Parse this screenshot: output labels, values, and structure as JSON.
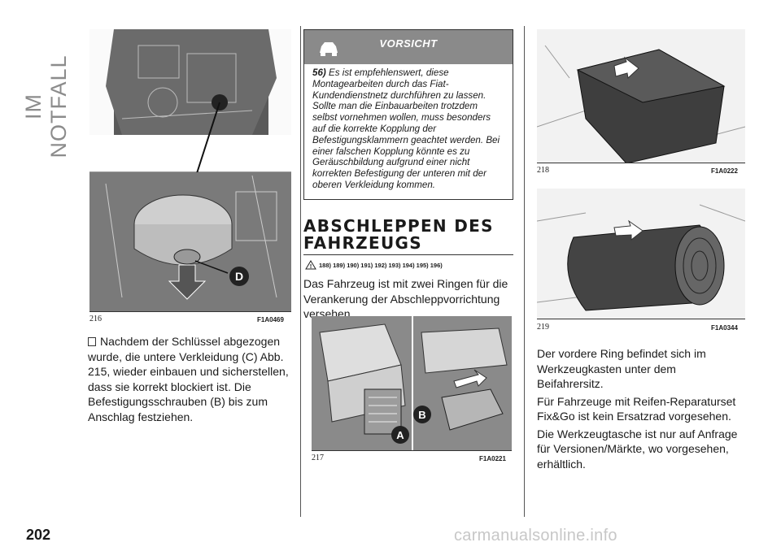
{
  "section_label": "IM NOTFALL",
  "page_number": "202",
  "watermark": "carmanualsonline.info",
  "fig216": {
    "num": "216",
    "code": "F1A0469",
    "callout": "D"
  },
  "fig217": {
    "num": "217",
    "code": "F1A0221",
    "callout_a": "A",
    "callout_b": "B"
  },
  "fig218": {
    "num": "218",
    "code": "F1A0222"
  },
  "fig219": {
    "num": "219",
    "code": "F1A0344"
  },
  "col1_text": "Nachdem der Schlüssel abgezogen wurde, die untere Verkleidung (C) Abb. 215, wieder einbauen und sicherstellen, dass sie korrekt blockiert ist. Die Befestigungsschrauben (B) bis zum Anschlag festziehen.",
  "warning": {
    "title": "VORSICHT",
    "ref": "56)",
    "text": "Es ist empfehlenswert, diese Montagearbeiten durch das Fiat-Kundendienstnetz durchführen zu lassen. Sollte man die Einbauarbeiten trotzdem selbst vornehmen wollen, muss besonders auf die korrekte Kopplung der Befestigungsklammern geachtet werden. Bei einer falschen Kopplung könnte es zu Geräuschbildung aufgrund einer nicht korrekten Befestigung der unteren mit der oberen Verkleidung kommen."
  },
  "section_title": "ABSCHLEPPEN DES FAHRZEUGS",
  "section_refs": "188) 189) 190) 191) 192) 193) 194) 195) 196)",
  "col2_text": "Das Fahrzeug ist mit zwei Ringen für die Verankerung der Abschleppvorrichtung versehen.",
  "col3_p1": "Der vordere Ring befindet sich im Werkzeugkasten unter dem Beifahrersitz.",
  "col3_p2": "Für Fahrzeuge mit Reifen-Reparaturset Fix&Go ist kein Ersatzrad vorgesehen.",
  "col3_p3": "Die Werkzeugtasche ist nur auf Anfrage für Versionen/Märkte, wo vorgesehen, erhältlich."
}
